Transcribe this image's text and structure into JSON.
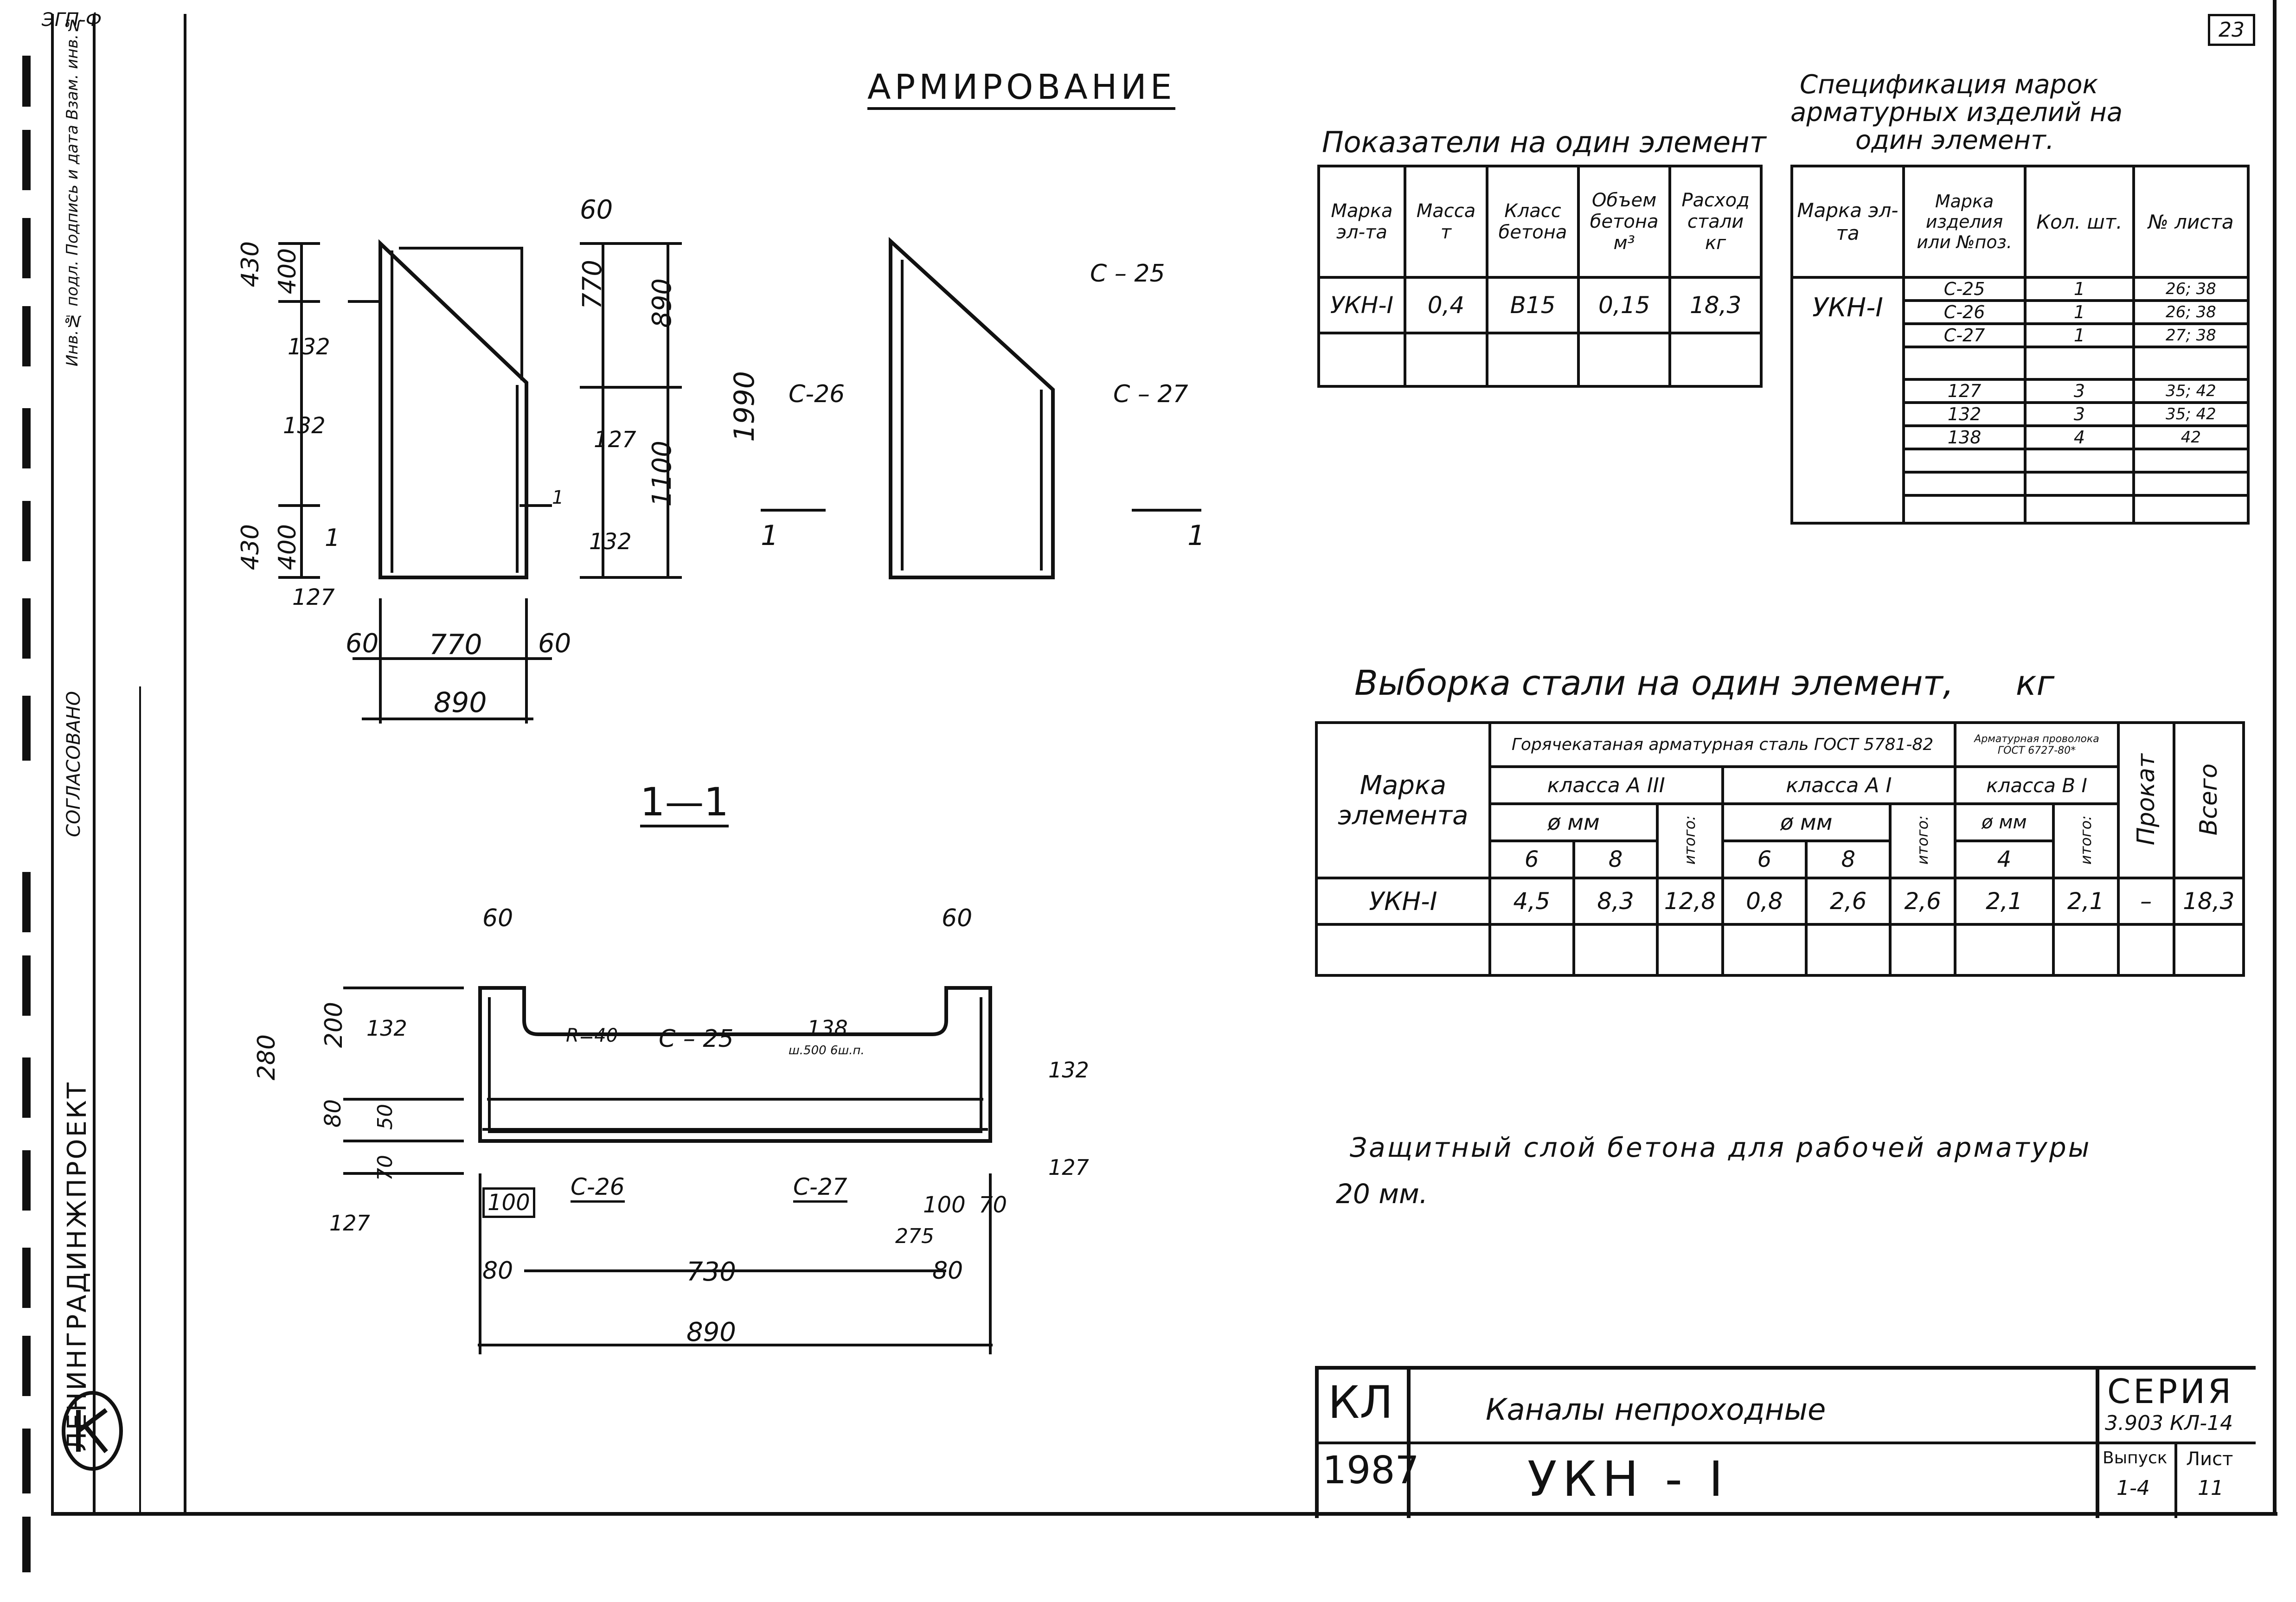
{
  "corner_tag": "ЭГП-Ф",
  "sheet_corner_number": "23",
  "main_title": "АРМИРОВАНИЕ",
  "elevation_dims": {
    "left_top": "430",
    "left_top_inner": "400",
    "left_bottom": "430",
    "left_bottom_inner": "400",
    "top_60": "60",
    "upper_770": "770",
    "right_890": "890",
    "right_60": "60",
    "lower_1100": "1100",
    "overall_1990": "1990",
    "bottom_60_left": "60",
    "bottom_770": "770",
    "bottom_60_right": "60",
    "bottom_890": "890"
  },
  "elevation_labels": [
    "132",
    "132",
    "127",
    "127",
    "132"
  ],
  "elevation_section_marks": [
    "1",
    "1"
  ],
  "side_view_labels": {
    "c25": "С – 25",
    "c26": "С-26",
    "c27": "С – 27",
    "mark_left": "1",
    "mark_right": "1"
  },
  "section_title": "1—1",
  "section_dims": {
    "top_60_left": "60",
    "top_60_right": "60",
    "h280": "280",
    "h200": "200",
    "h80": "80",
    "h50": "50",
    "h70": "70",
    "r40": "R=40",
    "w100_left": "100",
    "w100_right": "100",
    "w70_right": "70",
    "w275": "275",
    "w80_left": "80",
    "w730": "730",
    "w80_right": "80",
    "w890": "890"
  },
  "section_labels": {
    "l132_top_left": "132",
    "c25": "С – 25",
    "l138": "138",
    "l138_note": "ш.500 6ш.п.",
    "l132_right": "132",
    "l127_right": "127",
    "c26": "С-26",
    "c27": "С-27",
    "l127_left": "127"
  },
  "indicators": {
    "caption": "Показатели на один элемент",
    "headers": [
      "Марка эл-та",
      "Масса т",
      "Класс бетона",
      "Объем бетона м³",
      "Расход стали кг"
    ],
    "rows": [
      [
        "УКН-I",
        "0,4",
        "В15",
        "0,15",
        "18,3"
      ],
      [
        "",
        "",
        "",
        "",
        ""
      ]
    ]
  },
  "specification": {
    "caption_line1": "Спецификация марок",
    "caption_line2": "арматурных изделий на",
    "caption_line3": "один элемент.",
    "headers": [
      "Марка эл-та",
      "Марка изделия или №поз.",
      "Кол. шт.",
      "№ листа"
    ],
    "element": "УКН-I",
    "rows": [
      [
        "С-25",
        "1",
        "26; 38"
      ],
      [
        "С-26",
        "1",
        "26; 38"
      ],
      [
        "С-27",
        "1",
        "27; 38"
      ],
      [
        "",
        "",
        ""
      ],
      [
        "127",
        "3",
        "35; 42"
      ],
      [
        "132",
        "3",
        "35; 42"
      ],
      [
        "138",
        "4",
        "42"
      ],
      [
        "",
        "",
        ""
      ],
      [
        "",
        "",
        ""
      ],
      [
        "",
        "",
        ""
      ]
    ]
  },
  "steel": {
    "caption": "Выборка стали на один элемент,",
    "unit": "кг",
    "col_element": "Марка элемента",
    "group1": "Горячекатаная арматурная сталь ГОСТ 5781-82",
    "group2": "Арматурная проволока ГОСТ 6727-80*",
    "class_a3": "класса А III",
    "class_a1": "класса А I",
    "class_b1": "класса В I",
    "dia_mm": "ø мм",
    "itogo": "итого:",
    "prokat": "Прокат",
    "vsego": "Всего",
    "diameters": [
      "6",
      "8",
      "6",
      "8",
      "4"
    ],
    "row": {
      "element": "УКН-I",
      "a3_6": "4,5",
      "a3_8": "8,3",
      "a3_total": "12,8",
      "a1_6": "0,8",
      "a1_8": "2,6",
      "a1_total": "2,6",
      "b1_4": "2,1",
      "b1_total": "2,1",
      "prokat": "–",
      "total": "18,3"
    }
  },
  "note_line1": "Защитный слой бетона для рабочей арматуры",
  "note_line2": "20 мм.",
  "title_block": {
    "code": "КЛ",
    "year": "1987",
    "name": "Каналы непроходные",
    "mark": "УКН - I",
    "series_label": "СЕРИЯ",
    "series_value": "3.903 КЛ-14",
    "issue_label": "Выпуск",
    "issue_value": "1-4",
    "sheet_label": "Лист",
    "sheet_value": "11"
  },
  "side_stamp": {
    "org": "ЛЕНИНГРАДИНЖПРОЕКТ",
    "approved": "СОГЛАСОВАНО",
    "changes_header": "Инв.№ подл. Подпись и дата Взам. инв.№"
  }
}
